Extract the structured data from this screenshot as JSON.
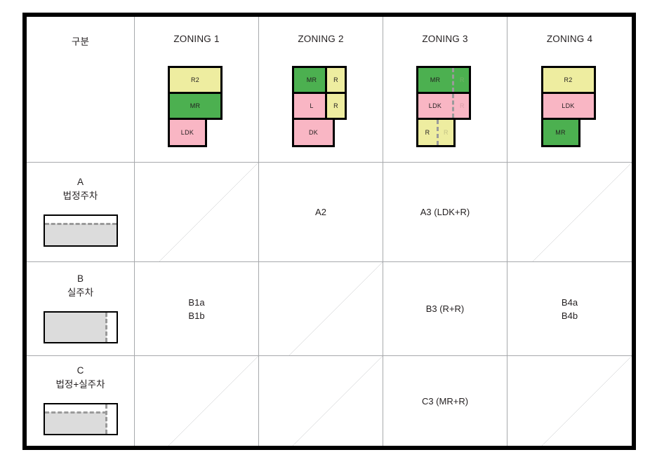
{
  "table": {
    "header": [
      {
        "label": "구분",
        "name": "header-category"
      },
      {
        "label": "ZONING 1",
        "name": "header-zoning-1"
      },
      {
        "label": "ZONING 2",
        "name": "header-zoning-2"
      },
      {
        "label": "ZONING 3",
        "name": "header-zoning-3"
      },
      {
        "label": "ZONING 4",
        "name": "header-zoning-4"
      }
    ],
    "rows": [
      {
        "code": "A",
        "name": "법정주차",
        "key_glyph": "horizontal-dashed",
        "cells": [
          {
            "value": "",
            "diagonal": true
          },
          {
            "value": "A2",
            "diagonal": false
          },
          {
            "value": "A3 (LDK+R)",
            "diagonal": false
          },
          {
            "value": "",
            "diagonal": true
          }
        ]
      },
      {
        "code": "B",
        "name": "실주차",
        "key_glyph": "vertical-dashed",
        "cells": [
          {
            "value": "B1a\nB1b",
            "diagonal": false
          },
          {
            "value": "",
            "diagonal": true
          },
          {
            "value": "B3 (R+R)",
            "diagonal": false
          },
          {
            "value": "B4a\nB4b",
            "diagonal": false
          }
        ]
      },
      {
        "code": "C",
        "name": "법정+실주차",
        "key_glyph": "both-dashed",
        "cells": [
          {
            "value": "",
            "diagonal": true
          },
          {
            "value": "",
            "diagonal": true
          },
          {
            "value": "C3 (MR+R)",
            "diagonal": false
          },
          {
            "value": "",
            "diagonal": true
          }
        ]
      }
    ]
  },
  "colors": {
    "yellow": "#eeeda0",
    "green": "#4cb050",
    "pink": "#f9b6c4",
    "outline": "#000000",
    "gray_fill": "#dcdcdc",
    "dash_gray": "#9a9a9a",
    "grid_line": "#a7a9ac",
    "text": "#231f20",
    "ghost_text": "#b9b2a0"
  },
  "diagrams": {
    "zoning1": {
      "name": "zoning-1-diagram",
      "blocks": [
        {
          "label": "R2",
          "color": "yellow"
        },
        {
          "label": "MR",
          "color": "green"
        },
        {
          "label": "LDK",
          "color": "pink"
        }
      ]
    },
    "zoning2": {
      "name": "zoning-2-diagram",
      "blocks": [
        {
          "label": "MR",
          "color": "green",
          "sub_label": "R",
          "sub_color": "yellow"
        },
        {
          "label": "L",
          "color": "pink",
          "sub_label": "R",
          "sub_color": "yellow"
        },
        {
          "label": "DK",
          "color": "pink"
        }
      ]
    },
    "zoning3": {
      "name": "zoning-3-diagram",
      "blocks": [
        {
          "label": "MR",
          "color": "green",
          "ghost_label": "R",
          "divider": "dashed"
        },
        {
          "label": "LDK",
          "color": "pink",
          "ghost_label": "R",
          "divider": "dashed"
        },
        {
          "label": "R",
          "color": "yellow",
          "ghost_label": "R",
          "divider": "dashed"
        }
      ]
    },
    "zoning4": {
      "name": "zoning-4-diagram",
      "blocks": [
        {
          "label": "R2",
          "color": "yellow"
        },
        {
          "label": "LDK",
          "color": "pink"
        },
        {
          "label": "MR",
          "color": "green"
        }
      ]
    }
  }
}
